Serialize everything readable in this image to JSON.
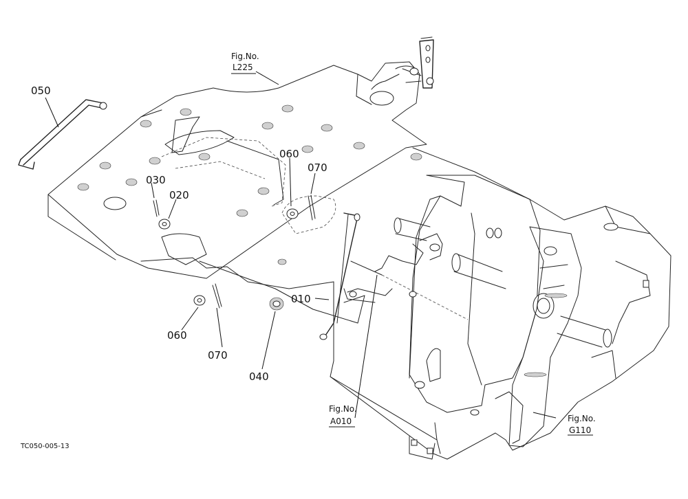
{
  "part_labels": {
    "p050": "050",
    "p030": "030",
    "p020": "020",
    "p060_top": "060",
    "p070_top": "070",
    "p010": "010",
    "p060_bottom": "060",
    "p070_bottom": "070",
    "p040": "040"
  },
  "figure_refs": {
    "l225": {
      "label": "Fig.No.",
      "number": "L225"
    },
    "a010": {
      "label": "Fig.No.",
      "number": "A010"
    },
    "g110": {
      "label": "Fig.No.",
      "number": "G110"
    }
  },
  "drawing_code": "TC050-005-13"
}
